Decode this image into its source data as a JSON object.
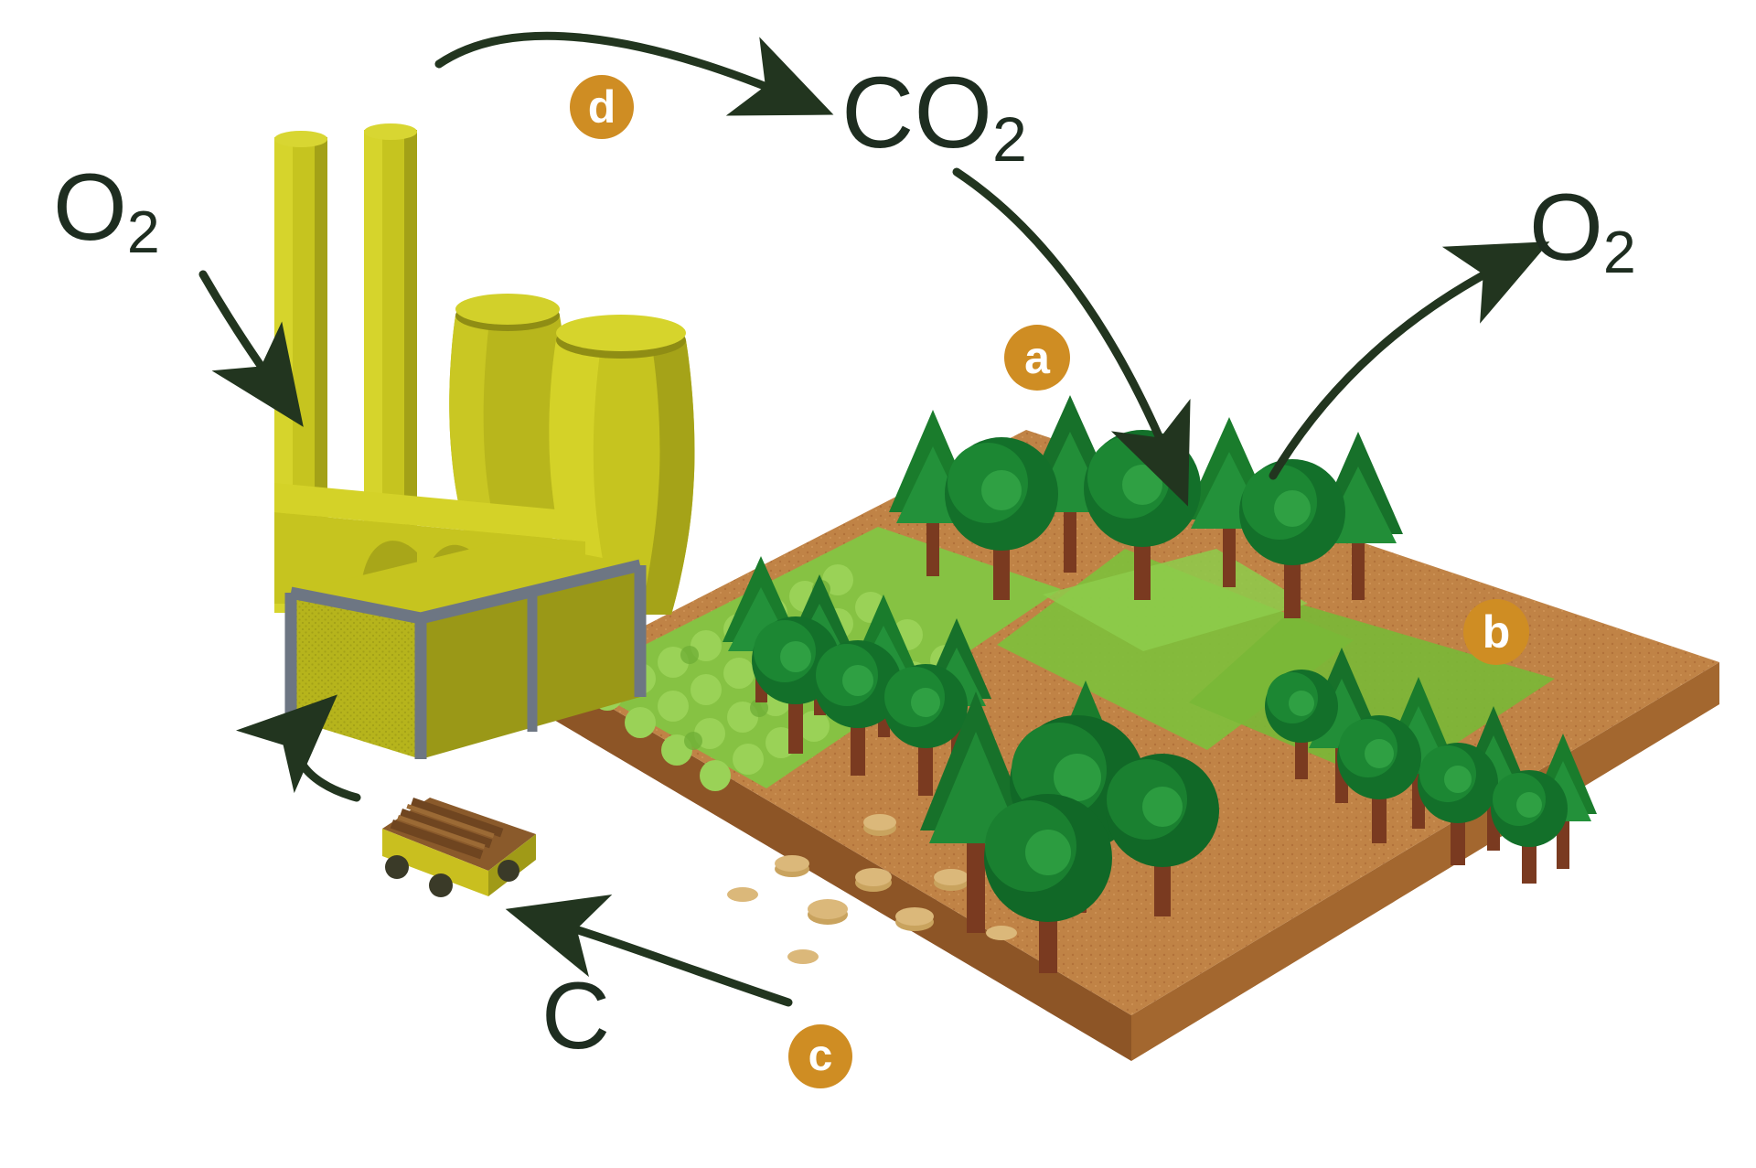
{
  "diagram": {
    "title": "Carbon cycle between a power plant and a forest",
    "background_color": "#ffffff",
    "labels": [
      {
        "id": "o2-left",
        "text": "O",
        "subscript": "2",
        "role": "oxygen-input-to-factory"
      },
      {
        "id": "co2",
        "text": "CO",
        "subscript": "2",
        "role": "carbon-dioxide-emission"
      },
      {
        "id": "o2-right",
        "text": "O",
        "subscript": "2",
        "role": "oxygen-released-by-forest"
      },
      {
        "id": "c-big",
        "text": "C",
        "subscript": "",
        "role": "carbon-in-timber"
      }
    ],
    "step_badges": [
      {
        "id": "d",
        "label": "d",
        "meaning": "combustion releases CO2"
      },
      {
        "id": "a",
        "label": "a",
        "meaning": "CO2 absorbed by forest"
      },
      {
        "id": "b",
        "label": "b",
        "meaning": "photosynthesis in forest"
      },
      {
        "id": "c",
        "label": "c",
        "meaning": "timber harvested and transported"
      }
    ],
    "colors": {
      "badge_fill": "#cf8d23",
      "badge_text": "#ffffff",
      "label_text": "#1e2d20",
      "arrow": "#22351f",
      "factory_body": "#c6c41f",
      "factory_shade": "#9a9817",
      "factory_dark": "#7f7d12",
      "factory_trim": "#6d7683",
      "soil": "#c08346",
      "soil_dark": "#a96a33",
      "soil_edge": "#8d5526",
      "tree_green": "#1f8a33",
      "tree_green_dark": "#136b26",
      "tree_green_light": "#5fbe4a",
      "crop_green": "#8ec84a",
      "trunk": "#7a3a20",
      "truck_body": "#d4cc22",
      "log_brown": "#8a5a2b"
    },
    "objects": [
      {
        "id": "power-plant",
        "name": "power plant with two chimneys and two cooling towers"
      },
      {
        "id": "logging-truck",
        "name": "truck carrying logs"
      },
      {
        "id": "forest-plot",
        "name": "isometric land plot with forest, crops and cleared stumps"
      }
    ],
    "arrows": [
      {
        "id": "arrow-o2-into-factory",
        "from": "O2 label (left)",
        "to": "power plant"
      },
      {
        "id": "arrow-factory-to-co2",
        "from": "power plant",
        "to": "CO2 label"
      },
      {
        "id": "arrow-co2-to-forest",
        "from": "CO2 label",
        "to": "forest plot"
      },
      {
        "id": "arrow-forest-to-o2",
        "from": "forest plot",
        "to": "O2 label (right)"
      },
      {
        "id": "arrow-forest-to-truck",
        "from": "forest plot",
        "to": "logging truck"
      },
      {
        "id": "arrow-truck-to-factory",
        "from": "logging truck",
        "to": "power plant"
      }
    ]
  }
}
